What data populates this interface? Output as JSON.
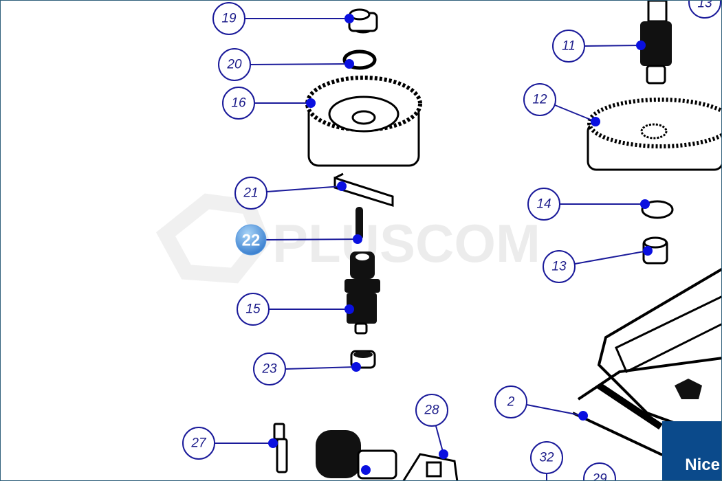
{
  "watermark": "PLUSCOM",
  "brand_logo": "Nice",
  "highlighted_callout": "22",
  "colors": {
    "callout": "#1a1a9a",
    "dot": "#0a10e0",
    "highlight": "#4a90d9",
    "logo_bg": "#0b4a8b"
  },
  "callouts": {
    "c19": "19",
    "c20": "20",
    "c16": "16",
    "c21": "21",
    "c22": "22",
    "c15": "15",
    "c23": "23",
    "c27": "27",
    "c28": "28",
    "c2": "2",
    "c32": "32",
    "c29": "29",
    "c13a": "13",
    "c11": "11",
    "c12": "12",
    "c14": "14",
    "c13b": "13"
  }
}
